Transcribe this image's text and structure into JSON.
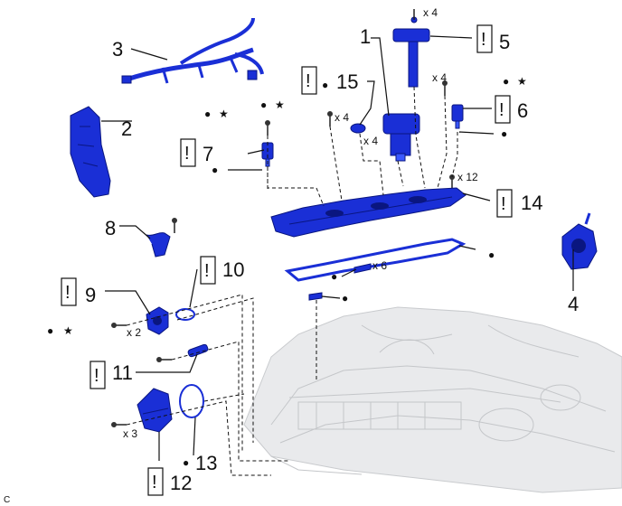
{
  "figure": {
    "corner_code": "C",
    "warning_symbol": "!",
    "dot_symbol": "●",
    "star_symbol": "★"
  },
  "callouts": {
    "n1": "1",
    "n2": "2",
    "n3": "3",
    "n4": "4",
    "n5": "5",
    "n6": "6",
    "n7": "7",
    "n8": "8",
    "n9": "9",
    "n10": "10",
    "n11": "11",
    "n12": "12",
    "n13": "13",
    "n14": "14",
    "n15": "15"
  },
  "quantities": {
    "q_top_bolt": "x 4",
    "q_coil": "x 4",
    "q_plug_bolt": "x 4",
    "q_plug_15": "x 4",
    "q_cover_bolt": "x 12",
    "q_gasket": "x 6",
    "q_bolt_9": "x 2",
    "q_bolt_12": "x 3"
  },
  "colors": {
    "part_blue": "#1a2fd6",
    "engine_gray": "#e9eaec"
  }
}
